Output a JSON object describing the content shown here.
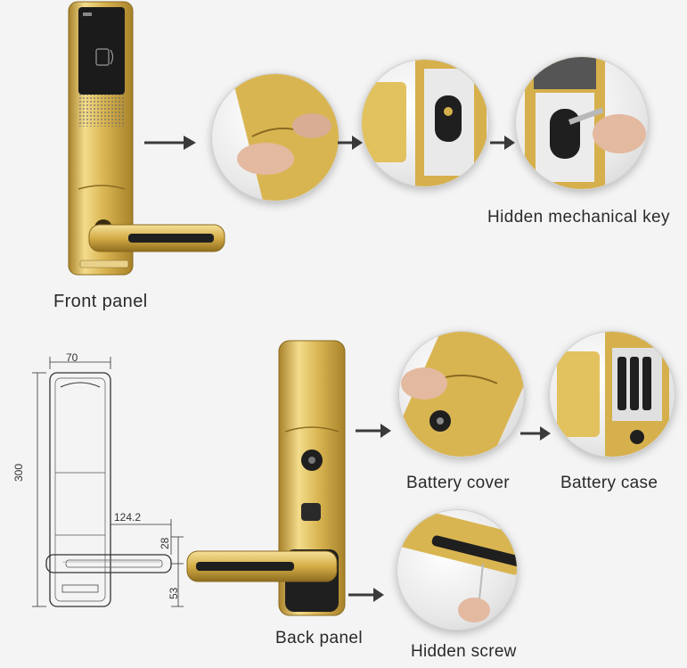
{
  "labels": {
    "front_panel": "Front panel",
    "hidden_mechanical_key": "Hidden mechanical key",
    "back_panel": "Back panel",
    "battery_cover": "Battery cover",
    "battery_case": "Battery case",
    "hidden_screw": "Hidden screw"
  },
  "dimensions": {
    "width": "70",
    "height": "300",
    "handle_length": "124.2",
    "handle_depth": "28",
    "handle_offset": "53"
  },
  "colors": {
    "gold": "#d9b552",
    "gold_dark": "#a8822a",
    "black_glass": "#1b1b1b",
    "arrow": "#3a3a3a"
  }
}
